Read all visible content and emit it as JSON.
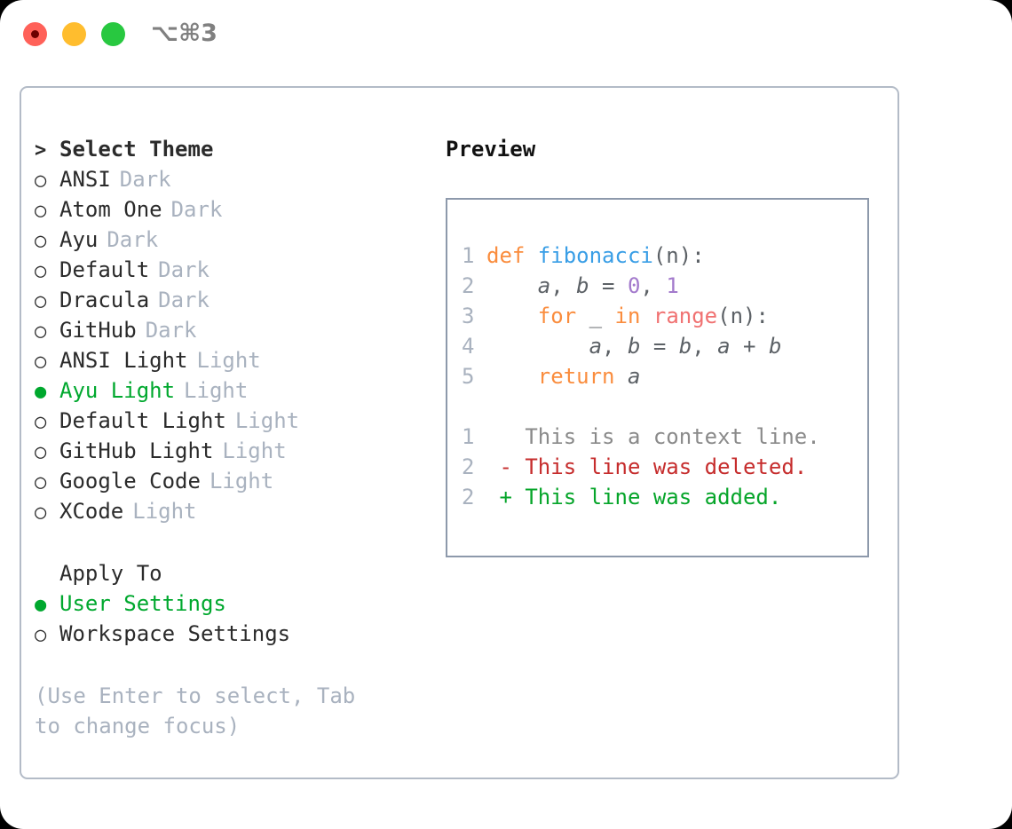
{
  "titlebar": {
    "shortcut": "⌥⌘3",
    "buttons": {
      "close": "close-button",
      "minimize": "minimize-button",
      "maximize": "maximize-button"
    }
  },
  "colors": {
    "accent_green": "#00a82e",
    "muted": "#a9b2bf",
    "keyword": "#fa8d3e",
    "function": "#399ee6",
    "number": "#a37acc",
    "call": "#f07171",
    "variable": "#5c6166",
    "diff_removed": "#c62d2d",
    "diff_added": "#06a52a",
    "panel_border": "#b3bbc7",
    "preview_border": "#8d99ab"
  },
  "theme_picker": {
    "header_marker": ">",
    "header_label": "Select Theme",
    "radio_unselected": "○",
    "radio_selected": "●",
    "items": [
      {
        "label": "ANSI",
        "tag": "Dark",
        "selected": false
      },
      {
        "label": "Atom One",
        "tag": "Dark",
        "selected": false
      },
      {
        "label": "Ayu",
        "tag": "Dark",
        "selected": false
      },
      {
        "label": "Default",
        "tag": "Dark",
        "selected": false
      },
      {
        "label": "Dracula",
        "tag": "Dark",
        "selected": false
      },
      {
        "label": "GitHub",
        "tag": "Dark",
        "selected": false
      },
      {
        "label": "ANSI Light",
        "tag": "Light",
        "selected": false
      },
      {
        "label": "Ayu Light",
        "tag": "Light",
        "selected": true
      },
      {
        "label": "Default Light",
        "tag": "Light",
        "selected": false
      },
      {
        "label": "GitHub Light",
        "tag": "Light",
        "selected": false
      },
      {
        "label": "Google Code",
        "tag": "Light",
        "selected": false
      },
      {
        "label": "XCode",
        "tag": "Light",
        "selected": false
      }
    ]
  },
  "apply_to": {
    "title": "Apply To",
    "items": [
      {
        "label": "User Settings",
        "selected": true
      },
      {
        "label": "Workspace Settings",
        "selected": false
      }
    ]
  },
  "hint": "(Use Enter to select, Tab to change focus)",
  "preview": {
    "title": "Preview",
    "code": [
      {
        "number": "1",
        "tokens": [
          {
            "text": "def ",
            "type": "keyword"
          },
          {
            "text": "fibonacci",
            "type": "function"
          },
          {
            "text": "(n):",
            "type": "plain"
          }
        ]
      },
      {
        "number": "2",
        "tokens": [
          {
            "text": "    ",
            "type": "plain"
          },
          {
            "text": "a",
            "type": "variable"
          },
          {
            "text": ", ",
            "type": "plain"
          },
          {
            "text": "b",
            "type": "variable"
          },
          {
            "text": " = ",
            "type": "plain"
          },
          {
            "text": "0",
            "type": "number"
          },
          {
            "text": ", ",
            "type": "plain"
          },
          {
            "text": "1",
            "type": "number"
          }
        ]
      },
      {
        "number": "3",
        "tokens": [
          {
            "text": "    ",
            "type": "plain"
          },
          {
            "text": "for",
            "type": "keyword"
          },
          {
            "text": " _ ",
            "type": "plain"
          },
          {
            "text": "in",
            "type": "keyword"
          },
          {
            "text": " ",
            "type": "plain"
          },
          {
            "text": "range",
            "type": "call"
          },
          {
            "text": "(n):",
            "type": "plain"
          }
        ]
      },
      {
        "number": "4",
        "tokens": [
          {
            "text": "        ",
            "type": "plain"
          },
          {
            "text": "a",
            "type": "variable"
          },
          {
            "text": ", ",
            "type": "plain"
          },
          {
            "text": "b",
            "type": "variable"
          },
          {
            "text": " = ",
            "type": "plain"
          },
          {
            "text": "b",
            "type": "variable"
          },
          {
            "text": ", ",
            "type": "plain"
          },
          {
            "text": "a",
            "type": "variable"
          },
          {
            "text": " + ",
            "type": "plain"
          },
          {
            "text": "b",
            "type": "variable"
          }
        ]
      },
      {
        "number": "5",
        "tokens": [
          {
            "text": "    ",
            "type": "plain"
          },
          {
            "text": "return",
            "type": "keyword"
          },
          {
            "text": " ",
            "type": "plain"
          },
          {
            "text": "a",
            "type": "variable"
          }
        ]
      }
    ],
    "diff": [
      {
        "number": "1",
        "sign": " ",
        "text": "This is a context line.",
        "type": "context"
      },
      {
        "number": "2",
        "sign": "-",
        "text": "This line was deleted.",
        "type": "removed"
      },
      {
        "number": "2",
        "sign": "+",
        "text": "This line was added.",
        "type": "added"
      }
    ]
  }
}
